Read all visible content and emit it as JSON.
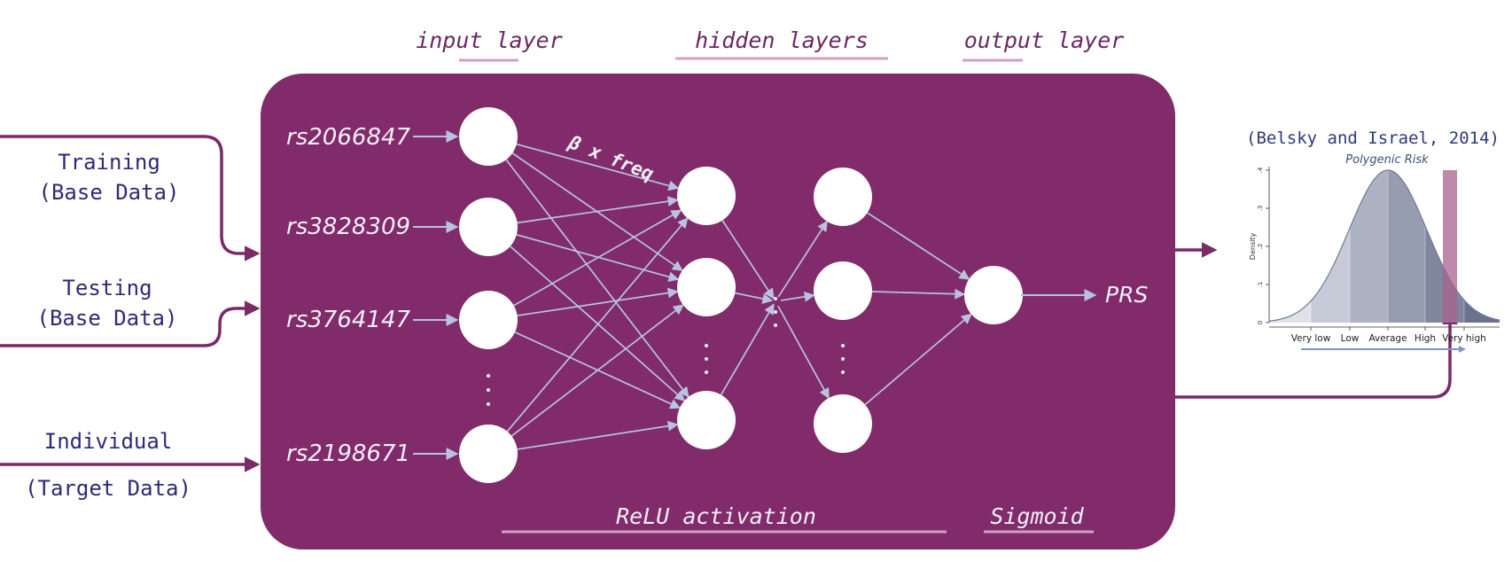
{
  "colors": {
    "panel": "#812b6a",
    "node": "#ffffff",
    "edge": "#b9c3de",
    "external_line": "#7a2a65",
    "underline": "#cfa0c4",
    "header_text": "#6b2760",
    "input_text": "#2f2a7a",
    "label_light": "#f2f0f7",
    "citation_text": "#2e3a7a",
    "chart_title": "#3c4f7a",
    "curve_dark": "#6e7892",
    "highlight": "#a8628d",
    "arrow_blue": "#7c95c6"
  },
  "headers": {
    "input": "input layer",
    "hidden": "hidden layers",
    "output": "output layer"
  },
  "inputs": {
    "training_line1": "Training",
    "training_line2": "(Base Data)",
    "testing_line1": "Testing",
    "testing_line2": "(Base Data)",
    "individual_line1": "Individual",
    "individual_line2": "(Target Data)"
  },
  "snps": [
    "rs2066847",
    "rs3828309",
    "rs3764147",
    "rs2198671"
  ],
  "weight_label": "β x freq",
  "output_label": "PRS",
  "footer": {
    "relu": "ReLU activation",
    "sigmoid": "Sigmoid"
  },
  "citation": "(Belsky and Israel, 2014)",
  "chart_data": {
    "type": "area",
    "title": "Polygenic Risk",
    "ylabel": "Density",
    "y_ticks": [
      "0",
      ".1",
      ".2",
      ".3",
      ".4"
    ],
    "ylim": [
      0,
      0.4
    ],
    "categories": [
      "Very low",
      "Low",
      "Average",
      "High",
      "Very high"
    ],
    "distribution": "normal",
    "peak_density": 0.4,
    "highlight_category": "Very high"
  }
}
